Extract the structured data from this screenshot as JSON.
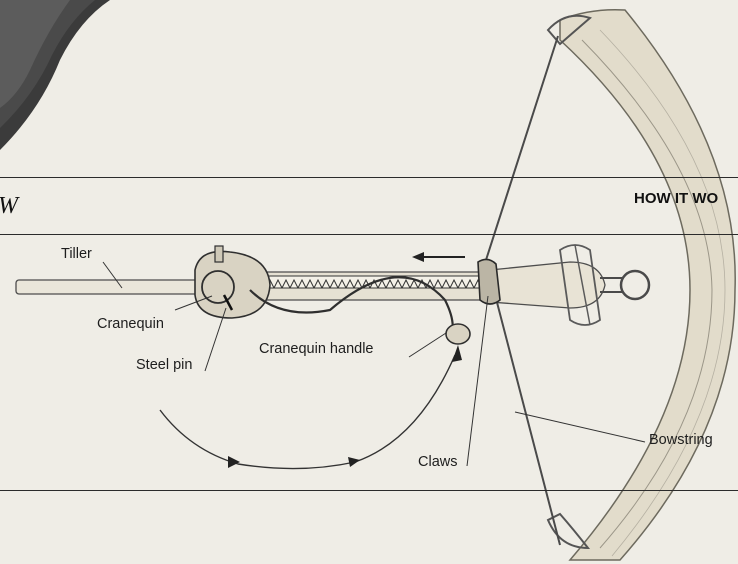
{
  "header": {
    "left_fragment": "W",
    "right_fragment": "HOW IT WO"
  },
  "labels": {
    "tiller": "Tiller",
    "cranequin": "Cranequin",
    "steel_pin": "Steel pin",
    "cranequin_handle": "Cranequin handle",
    "claws": "Claws",
    "bowstring": "Bowstring"
  },
  "colors": {
    "paper": "#efede6",
    "ink": "#1e1e1e",
    "limb": "#e2dccb"
  }
}
